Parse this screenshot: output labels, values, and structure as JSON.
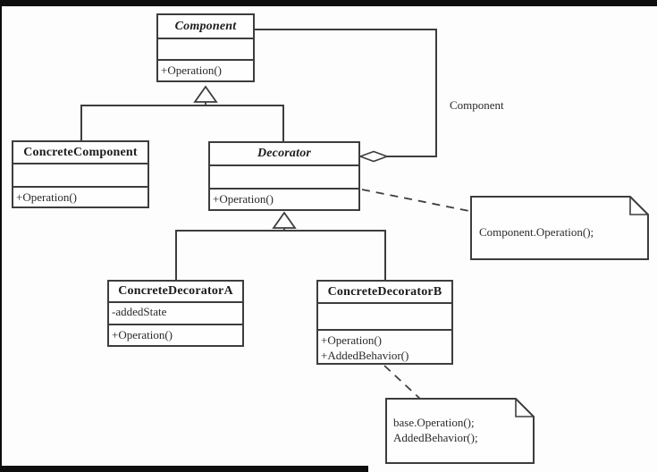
{
  "diagram": {
    "classes": [
      {
        "name": "Component",
        "method1": "+Operation()"
      },
      {
        "name": "ConcreteComponent",
        "method1": "+Operation()"
      },
      {
        "name": "Decorator",
        "method1": "+Operation()"
      },
      {
        "name": "ConcreteDecoratorA",
        "attr1": "-addedState",
        "method1": "+Operation()"
      },
      {
        "name": "ConcreteDecoratorB",
        "method1": "+Operation()",
        "method2": "+AddedBehavior()"
      }
    ],
    "notes": [
      {
        "line1": "Component.Operation();"
      },
      {
        "line1": "base.Operation();",
        "line2": "AddedBehavior();"
      }
    ],
    "association_label": "Component",
    "colors": {
      "line": "#3d3d3d",
      "frame": "#0e0e0e",
      "background": "#fdfdfd"
    }
  }
}
